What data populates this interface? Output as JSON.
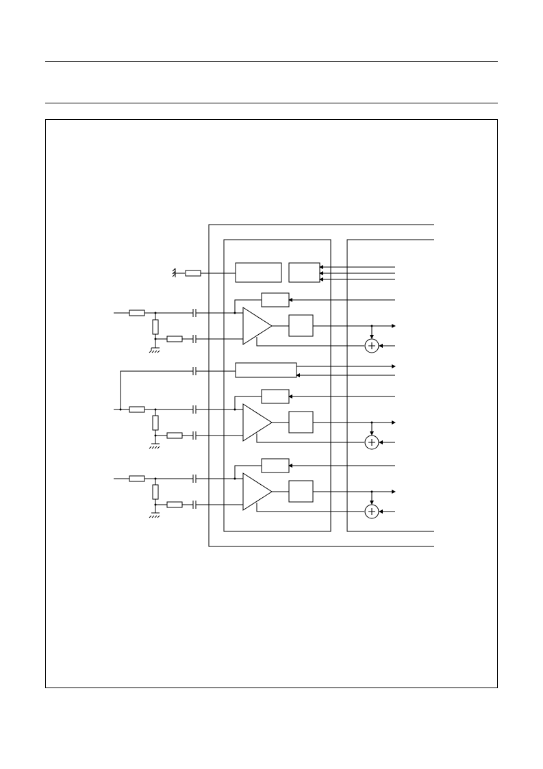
{
  "page": {
    "background": "#ffffff",
    "line_color": "#000000"
  },
  "diagram": {
    "description_visible_text": "",
    "channels": [
      {
        "id": "channel-1"
      },
      {
        "id": "channel-2"
      },
      {
        "id": "channel-3"
      }
    ]
  }
}
